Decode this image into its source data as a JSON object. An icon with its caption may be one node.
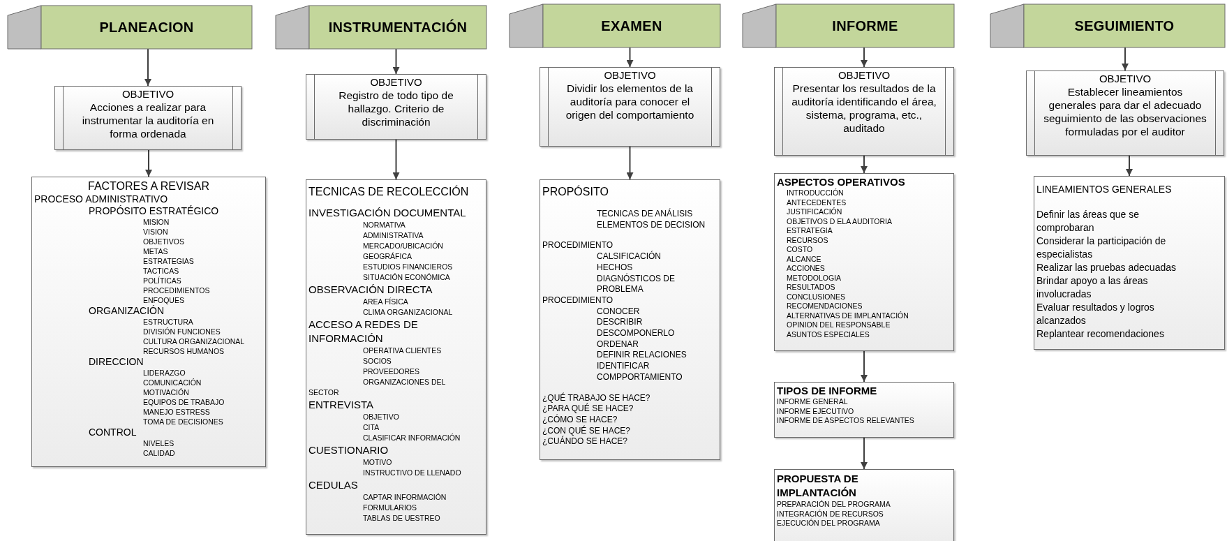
{
  "diagram": {
    "nodes": [
      {
        "text": [
          "PLANEACION"
        ]
      },
      {
        "text": [
          "OBJETIVO",
          "Acciones a realizar para instrumentar la auditoría en forma ordenada"
        ]
      },
      {
        "text": [
          "FACTORES A REVISAR",
          "PROCESO ADMINISTRATIVO",
          "PROPÓSITO ESTRATÉGICO",
          "MISION",
          "VISION",
          "OBJETIVOS",
          "METAS",
          "ESTRATEGIAS",
          "TACTICAS",
          "POLÍTICAS",
          "PROCEDIMIENTOS",
          "ENFOQUES",
          "ORGANIZACIÓN",
          "ESTRUCTURA",
          "DIVISIÓN FUNCIONES",
          "CULTURA ORGANIZACIONAL",
          "RECURSOS HUMANOS",
          "DIRECCION",
          "LIDERAZGO",
          "COMUNICACIÓN",
          "MOTIVACIÓN",
          "EQUIPOS DE TRABAJO",
          "MANEJO ESTRESS",
          "TOMA DE DECISIONES",
          "CONTROL",
          "NIVELES",
          "CALIDAD"
        ]
      },
      {
        "text": [
          "INSTRUMENTACIÓN"
        ]
      },
      {
        "text": [
          "OBJETIVO",
          "Registro de todo tipo de hallazgo. Criterio de discriminación"
        ]
      },
      {
        "text": [
          "TECNICAS DE RECOLECCIÓN",
          "INVESTIGACIÓN DOCUMENTAL",
          "NORMATIVA",
          "ADMINISTRATIVA",
          "MERCADO/UBICACIÓN",
          "GEOGRÁFICA",
          "ESTUDIOS FINANCIEROS",
          "SITUACIÓN ECONÓMICA",
          "OBSERVACIÓN DIRECTA",
          "AREA FÍSICA",
          "CLIMA ORGANIZACIONAL",
          "ACCESO A REDES DE INFORMACIÓN",
          "OPERATIVA CLIENTES",
          "SOCIOS",
          "PROVEEDORES",
          "ORGANIZACIONES DEL SECTOR",
          "ENTREVISTA",
          "OBJETIVO",
          "CITA",
          "CLASIFICAR INFORMACIÓN",
          "CUESTIONARIO",
          "MOTIVO",
          "INSTRUCTIVO DE LLENADO",
          "CEDULAS",
          "CAPTAR INFORMACIÓN",
          "FORMULARIOS",
          "TABLAS DE UESTREO"
        ]
      },
      {
        "text": [
          "EXAMEN"
        ]
      },
      {
        "text": [
          "OBJETIVO",
          "Dividir los elementos de la auditoría para conocer el origen del comportamiento"
        ]
      },
      {
        "text": [
          "PROPÓSITO",
          "TECNICAS DE ANÁLISIS",
          "ELEMENTOS DE DECISION",
          "PROCEDIMIENTO",
          "CALSIFICACIÓN",
          "HECHOS",
          "DIAGNÓSTICOS DE PROBLEMA",
          "PROCEDIMIENTO",
          "CONOCER",
          "DESCRIBIR",
          "DESCOMPONERLO",
          "ORDENAR",
          "DEFINIR RELACIONES",
          "IDENTIFICAR COMPPORTAMIENTO",
          "¿QUÉ TRABAJO SE HACE?",
          "¿PARA QUÉ SE HACE?",
          "¿CÓMO SE HACE?",
          "¿CON QUÉ SE HACE?",
          "¿CUÁNDO SE HACE?"
        ]
      },
      {
        "text": [
          "INFORME"
        ]
      },
      {
        "text": [
          "OBJETIVO",
          "Presentar los resultados de la auditoría identificando el área, sistema, programa, etc., auditado"
        ]
      },
      {
        "text": [
          "ASPECTOS OPERATIVOS",
          "INTRODUCCIÓN",
          "ANTECEDENTES",
          "JUSTIFICACIÓN",
          "OBJETIVOS D ELA AUDITORIA",
          "ESTRATEGIA",
          "RECURSOS",
          "COSTO",
          "ALCANCE",
          "ACCIONES",
          "METODOLOGIA",
          "RESULTADOS",
          "CONCLUSIONES",
          "RECOMENDACIONES",
          "ALTERNATIVAS DE IMPLANTACIÓN",
          "OPINION DEL RESPONSABLE",
          "ASUNTOS ESPECIALES"
        ]
      },
      {
        "text": [
          "TIPOS DE INFORME",
          "INFORME GENERAL",
          "INFORME EJECUTIVO",
          "INFORME DE ASPECTOS RELEVANTES"
        ]
      },
      {
        "text": [
          "PROPUESTA DE IMPLANTACIÓN",
          "PREPARACIÓN DEL PROGRAMA",
          "INTEGRACIÓN DE RECURSOS",
          "EJECUCIÓN DEL PROGRAMA"
        ]
      },
      {
        "text": [
          "SEGUIMIENTO"
        ]
      },
      {
        "text": [
          "OBJETIVO",
          "Establecer lineamientos generales para dar el adecuado seguimiento de las observaciones formuladas por el auditor"
        ]
      },
      {
        "text": [
          "LINEAMIENTOS GENERALES",
          "Definir las áreas que se comprobaran",
          "Considerar la participación de especialistas",
          "Realizar las pruebas adecuadas",
          "Brindar apoyo a las áreas involucradas",
          "Evaluar resultados y logros alcanzados",
          "Replantear recomendaciones"
        ]
      }
    ],
    "edges": [
      {
        "from": 0,
        "to": 1,
        "arrow": "to"
      },
      {
        "from": 1,
        "to": 2,
        "arrow": "to"
      },
      {
        "from": 3,
        "to": 4,
        "arrow": "to"
      },
      {
        "from": 4,
        "to": 5,
        "arrow": "to"
      },
      {
        "from": 6,
        "to": 7,
        "arrow": "to"
      },
      {
        "from": 7,
        "to": 8,
        "arrow": "to"
      },
      {
        "from": 9,
        "to": 10,
        "arrow": "to"
      },
      {
        "from": 10,
        "to": 11,
        "arrow": "to"
      },
      {
        "from": 11,
        "to": 12,
        "arrow": "to"
      },
      {
        "from": 12,
        "to": 13,
        "arrow": "to"
      },
      {
        "from": 14,
        "to": 15,
        "arrow": "to"
      },
      {
        "from": 15,
        "to": 16,
        "arrow": "to"
      }
    ]
  }
}
